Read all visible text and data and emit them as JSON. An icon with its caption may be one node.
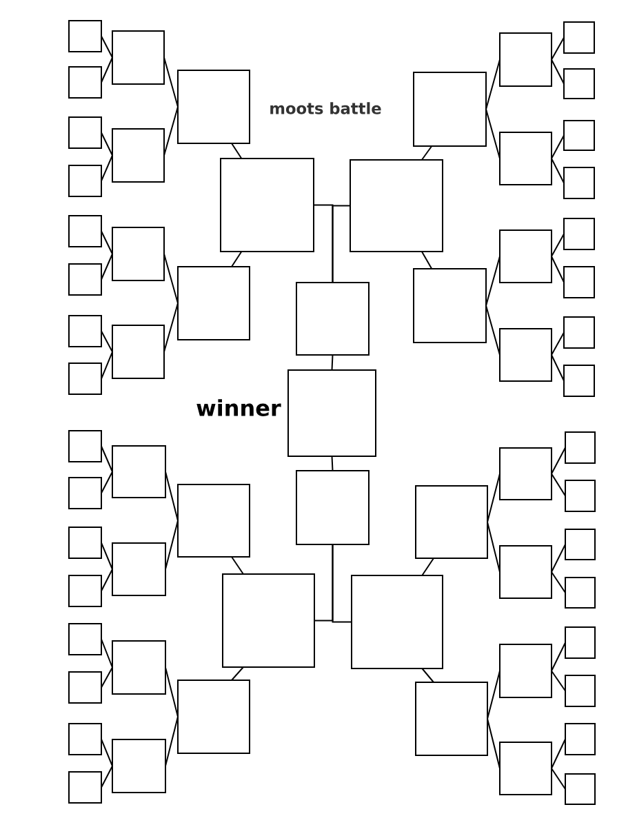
{
  "diagram": {
    "nodes": [
      {
        "text": [],
        "shape": "box"
      },
      {
        "text": [],
        "shape": "box"
      },
      {
        "text": [],
        "shape": "box"
      },
      {
        "text": [],
        "shape": "box"
      },
      {
        "text": [],
        "shape": "box"
      },
      {
        "text": [],
        "shape": "box"
      },
      {
        "text": [],
        "shape": "box"
      },
      {
        "text": [],
        "shape": "box"
      },
      {
        "text": [],
        "shape": "box"
      },
      {
        "text": [],
        "shape": "box"
      },
      {
        "text": [],
        "shape": "box"
      },
      {
        "text": [],
        "shape": "box"
      },
      {
        "text": [],
        "shape": "box"
      },
      {
        "text": [],
        "shape": "box"
      },
      {
        "text": [],
        "shape": "box"
      },
      {
        "text": [],
        "shape": "box"
      },
      {
        "text": [],
        "shape": "box"
      },
      {
        "text": [],
        "shape": "box"
      },
      {
        "text": [],
        "shape": "box"
      },
      {
        "text": [],
        "shape": "box"
      },
      {
        "text": [],
        "shape": "box"
      },
      {
        "text": [],
        "shape": "box"
      },
      {
        "text": [],
        "shape": "box"
      },
      {
        "text": [],
        "shape": "box"
      },
      {
        "text": [],
        "shape": "box"
      },
      {
        "text": [],
        "shape": "box"
      },
      {
        "text": [],
        "shape": "box"
      },
      {
        "text": [],
        "shape": "box"
      },
      {
        "text": [],
        "shape": "box"
      },
      {
        "text": [],
        "shape": "box"
      },
      {
        "text": [],
        "shape": "box"
      },
      {
        "text": [],
        "shape": "box",
        "beside": [
          "winner"
        ]
      },
      {
        "text": [],
        "shape": "box"
      },
      {
        "text": [],
        "shape": "box"
      },
      {
        "text": [],
        "shape": "box"
      },
      {
        "text": [],
        "shape": "box"
      },
      {
        "text": [],
        "shape": "box"
      },
      {
        "text": [],
        "shape": "box"
      },
      {
        "text": [],
        "shape": "box"
      },
      {
        "text": [],
        "shape": "box"
      },
      {
        "text": [],
        "shape": "box"
      },
      {
        "text": [],
        "shape": "box"
      },
      {
        "text": [],
        "shape": "box"
      },
      {
        "text": [],
        "shape": "box"
      },
      {
        "text": [],
        "shape": "box"
      },
      {
        "text": [],
        "shape": "box"
      },
      {
        "text": [],
        "shape": "box"
      },
      {
        "text": [],
        "shape": "box"
      },
      {
        "text": [],
        "shape": "box"
      },
      {
        "text": [],
        "shape": "box"
      },
      {
        "text": [],
        "shape": "box"
      },
      {
        "text": [],
        "shape": "box"
      },
      {
        "text": [],
        "shape": "box"
      },
      {
        "text": [],
        "shape": "box"
      },
      {
        "text": [],
        "shape": "box"
      },
      {
        "text": [],
        "shape": "box"
      },
      {
        "text": [],
        "shape": "box"
      },
      {
        "text": [],
        "shape": "box"
      },
      {
        "text": [],
        "shape": "box"
      },
      {
        "text": [],
        "shape": "box"
      },
      {
        "text": [],
        "shape": "box"
      },
      {
        "text": [],
        "shape": "box"
      },
      {
        "text": [],
        "shape": "box"
      }
    ],
    "edges": [
      {
        "from": 0,
        "to": 8,
        "arrow": "none"
      },
      {
        "from": 1,
        "to": 8,
        "arrow": "none"
      },
      {
        "from": 2,
        "to": 9,
        "arrow": "none"
      },
      {
        "from": 3,
        "to": 9,
        "arrow": "none"
      },
      {
        "from": 4,
        "to": 10,
        "arrow": "none"
      },
      {
        "from": 5,
        "to": 10,
        "arrow": "none"
      },
      {
        "from": 6,
        "to": 11,
        "arrow": "none"
      },
      {
        "from": 7,
        "to": 11,
        "arrow": "none"
      },
      {
        "from": 8,
        "to": 12,
        "arrow": "none"
      },
      {
        "from": 9,
        "to": 12,
        "arrow": "none"
      },
      {
        "from": 10,
        "to": 13,
        "arrow": "none"
      },
      {
        "from": 11,
        "to": 13,
        "arrow": "none"
      },
      {
        "from": 12,
        "to": 14,
        "arrow": "none"
      },
      {
        "from": 13,
        "to": 14,
        "arrow": "none"
      },
      {
        "from": 15,
        "to": 23,
        "arrow": "none"
      },
      {
        "from": 16,
        "to": 23,
        "arrow": "none"
      },
      {
        "from": 17,
        "to": 24,
        "arrow": "none"
      },
      {
        "from": 18,
        "to": 24,
        "arrow": "none"
      },
      {
        "from": 19,
        "to": 25,
        "arrow": "none"
      },
      {
        "from": 20,
        "to": 25,
        "arrow": "none"
      },
      {
        "from": 21,
        "to": 26,
        "arrow": "none"
      },
      {
        "from": 22,
        "to": 26,
        "arrow": "none"
      },
      {
        "from": 23,
        "to": 27,
        "arrow": "none"
      },
      {
        "from": 24,
        "to": 27,
        "arrow": "none"
      },
      {
        "from": 25,
        "to": 28,
        "arrow": "none"
      },
      {
        "from": 26,
        "to": 28,
        "arrow": "none"
      },
      {
        "from": 27,
        "to": 29,
        "arrow": "none"
      },
      {
        "from": 28,
        "to": 29,
        "arrow": "none"
      },
      {
        "from": 14,
        "to": 30,
        "arrow": "none"
      },
      {
        "from": 29,
        "to": 30,
        "arrow": "none"
      },
      {
        "from": 30,
        "to": 31,
        "arrow": "none"
      },
      {
        "from": 32,
        "to": 31,
        "arrow": "none"
      },
      {
        "from": 47,
        "to": 32,
        "arrow": "none"
      },
      {
        "from": 62,
        "to": 32,
        "arrow": "none"
      },
      {
        "from": 33,
        "to": 41,
        "arrow": "none"
      },
      {
        "from": 34,
        "to": 41,
        "arrow": "none"
      },
      {
        "from": 35,
        "to": 42,
        "arrow": "none"
      },
      {
        "from": 36,
        "to": 42,
        "arrow": "none"
      },
      {
        "from": 37,
        "to": 43,
        "arrow": "none"
      },
      {
        "from": 38,
        "to": 43,
        "arrow": "none"
      },
      {
        "from": 39,
        "to": 44,
        "arrow": "none"
      },
      {
        "from": 40,
        "to": 44,
        "arrow": "none"
      },
      {
        "from": 41,
        "to": 45,
        "arrow": "none"
      },
      {
        "from": 42,
        "to": 45,
        "arrow": "none"
      },
      {
        "from": 43,
        "to": 46,
        "arrow": "none"
      },
      {
        "from": 44,
        "to": 46,
        "arrow": "none"
      },
      {
        "from": 45,
        "to": 47,
        "arrow": "none"
      },
      {
        "from": 46,
        "to": 47,
        "arrow": "none"
      },
      {
        "from": 48,
        "to": 56,
        "arrow": "none"
      },
      {
        "from": 49,
        "to": 56,
        "arrow": "none"
      },
      {
        "from": 50,
        "to": 57,
        "arrow": "none"
      },
      {
        "from": 51,
        "to": 57,
        "arrow": "none"
      },
      {
        "from": 52,
        "to": 58,
        "arrow": "none"
      },
      {
        "from": 53,
        "to": 58,
        "arrow": "none"
      },
      {
        "from": 54,
        "to": 59,
        "arrow": "none"
      },
      {
        "from": 55,
        "to": 59,
        "arrow": "none"
      },
      {
        "from": 56,
        "to": 60,
        "arrow": "none"
      },
      {
        "from": 57,
        "to": 60,
        "arrow": "none"
      },
      {
        "from": 58,
        "to": 61,
        "arrow": "none"
      },
      {
        "from": 59,
        "to": 61,
        "arrow": "none"
      },
      {
        "from": 60,
        "to": 62,
        "arrow": "none"
      },
      {
        "from": 61,
        "to": 62,
        "arrow": "none"
      }
    ],
    "labels": [
      "moots battle"
    ]
  }
}
